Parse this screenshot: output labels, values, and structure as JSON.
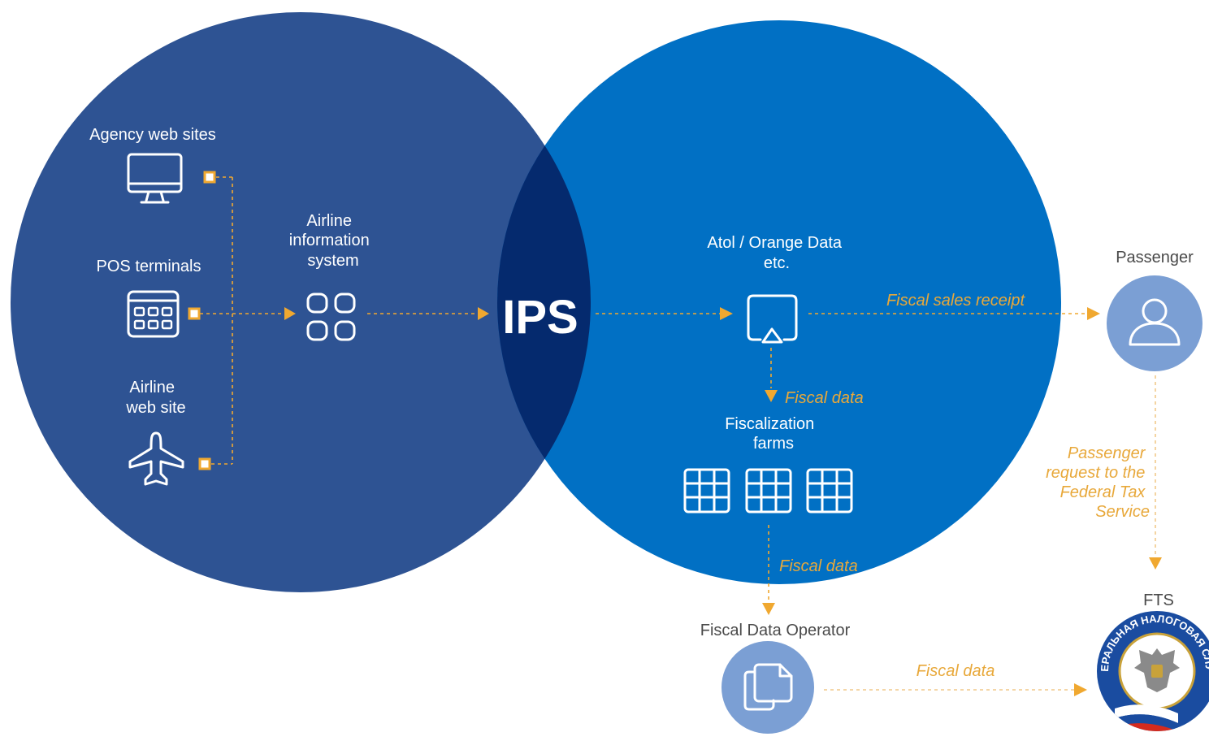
{
  "colors": {
    "left_circle": "#2e5393",
    "right_circle": "#0170c4",
    "overlap": "#052a6e",
    "flow": "#f0a830",
    "node_circle": "#7b9fd4"
  },
  "center": {
    "label": "IPS"
  },
  "sources": [
    {
      "label": "Agency web sites",
      "icon": "monitor-icon"
    },
    {
      "label": "POS terminals",
      "icon": "pos-terminal-icon"
    },
    {
      "label_lines": [
        "Airline",
        "web site"
      ],
      "icon": "airplane-icon"
    }
  ],
  "airline_system": {
    "label_lines": [
      "Airline",
      "information",
      "system"
    ],
    "icon": "grid-apps-icon"
  },
  "atol": {
    "label_lines": [
      "Atol / Orange Data",
      "etc."
    ],
    "icon": "airplay-icon"
  },
  "farms": {
    "label_lines": [
      "Fiscalization",
      "farms"
    ],
    "icon": "table-grid-icon"
  },
  "passenger": {
    "label": "Passenger",
    "icon": "person-icon"
  },
  "fts": {
    "label": "FTS",
    "emblem_text": "ФЕДЕРАЛЬНАЯ НАЛОГОВАЯ СЛУЖБА"
  },
  "operator": {
    "label": "Fiscal Data Operator",
    "icon": "documents-icon"
  },
  "flows": {
    "sales_receipt": "Fiscal sales receipt",
    "fiscal_data_atol": "Fiscal data",
    "fiscal_data_farms": "Fiscal data",
    "fiscal_data_operator": "Fiscal data",
    "passenger_request_lines": [
      "Passenger",
      "request to the",
      "Federal Tax",
      "Service"
    ]
  }
}
